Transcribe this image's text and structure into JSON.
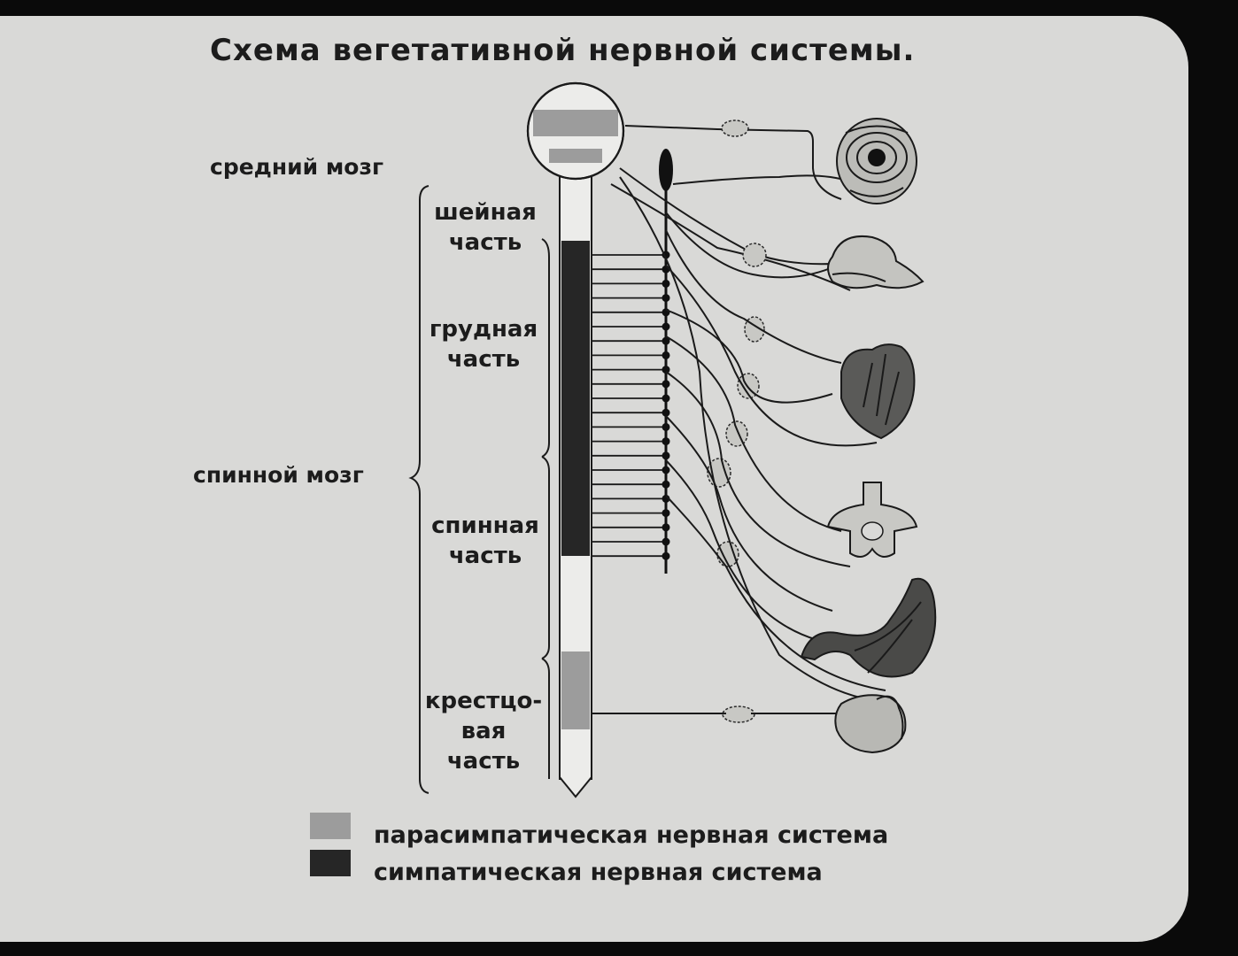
{
  "title": "Схема вегетативной нервной системы.",
  "labels": {
    "midbrain": "средний мозг",
    "spinal_cord": "спинной мозг"
  },
  "segments": {
    "cervical": [
      "шейная",
      "часть"
    ],
    "thoracic": [
      "грудная",
      "часть"
    ],
    "lumbar": [
      "спинная",
      "часть"
    ],
    "sacral": [
      "крестцо-",
      "вая",
      "часть"
    ]
  },
  "legend": [
    {
      "label": "парасимпатическая нервная система",
      "color": "#9c9c9c"
    },
    {
      "label": "симпатическая нервная система",
      "color": "#262626"
    }
  ],
  "colors": {
    "slide_bg": "#d9d9d7",
    "parasympathetic": "#9c9c9c",
    "sympathetic": "#262626",
    "frame": "#0a0a0a"
  },
  "organs": [
    "eye-icon",
    "salivary-gland-icon",
    "heart-icon",
    "vertebra-icon",
    "stomach-icon",
    "bladder-icon"
  ]
}
